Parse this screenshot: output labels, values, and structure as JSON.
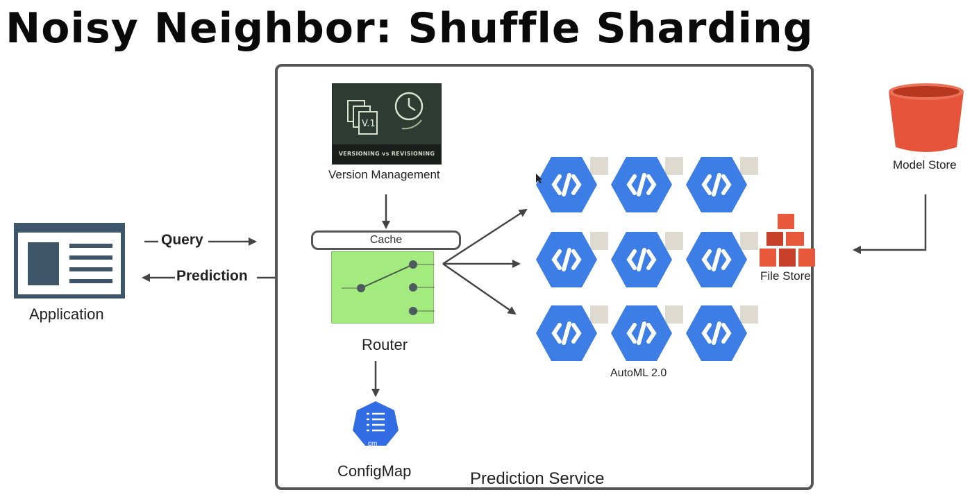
{
  "title": "Noisy Neighbor: Shuffle Sharding",
  "nodes": {
    "application": "Application",
    "version_management": "Version Management",
    "version_image_caption": "VERSIONING vs REVISIONING",
    "version_badge": "V.1",
    "cache": "Cache",
    "router": "Router",
    "configmap": "ConfigMap",
    "configmap_badge": "cm",
    "automl": "AutoML 2.0",
    "file_store": "File Store",
    "model_store": "Model Store",
    "prediction_service": "Prediction Service"
  },
  "edges": {
    "query": "Query",
    "prediction": "Prediction"
  },
  "colors": {
    "hex_blue": "#3d7ee6",
    "router_green": "#a3eb7e",
    "bucket_red": "#e5543a",
    "app_slate": "#3e566a",
    "file_store_orange": "#e8593c"
  }
}
